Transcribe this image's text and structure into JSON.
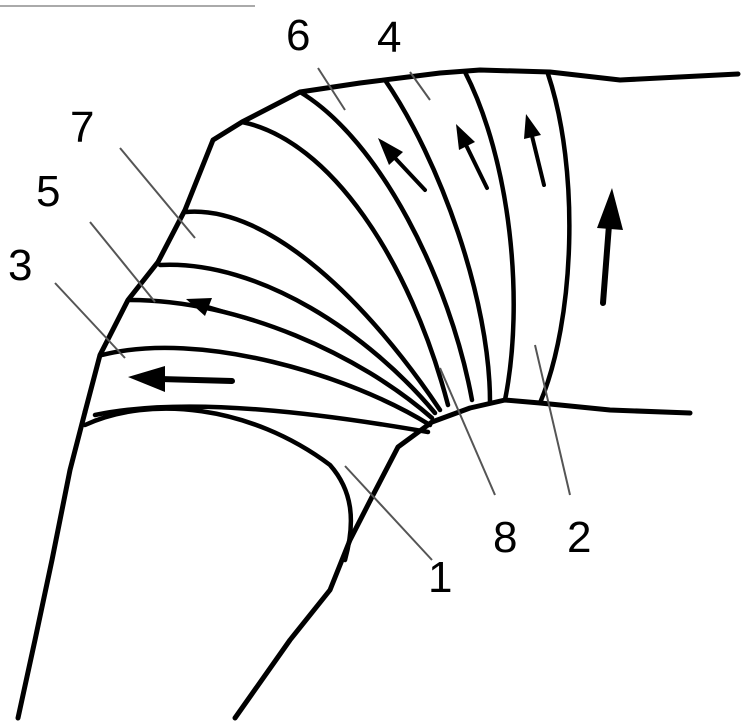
{
  "labels": {
    "l1": "1",
    "l2": "2",
    "l3": "3",
    "l4": "4",
    "l5": "5",
    "l6": "6",
    "l7": "7",
    "l8": "8"
  },
  "colors": {
    "line": "#000000",
    "leader": "#555555",
    "background": "#ffffff"
  }
}
